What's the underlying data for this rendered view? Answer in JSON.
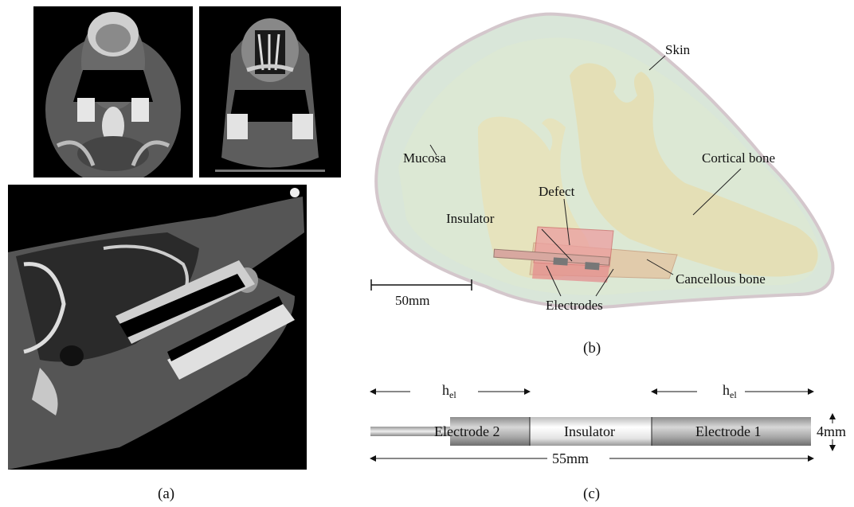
{
  "panel_a": {
    "caption": "(a)"
  },
  "panel_b": {
    "caption": "(b)",
    "labels": {
      "skin": "Skin",
      "mucosa": "Mucosa",
      "cortical_bone": "Cortical bone",
      "defect": "Defect",
      "insulator": "Insulator",
      "cancellous_bone": "Cancellous bone",
      "electrodes": "Electrodes"
    },
    "scale_bar": "50mm"
  },
  "panel_c": {
    "caption": "(c)",
    "h_el_left": "h",
    "h_el_left_sub": "el",
    "h_el_right": "h",
    "h_el_right_sub": "el",
    "electrode_2": "Electrode 2",
    "insulator": "Insulator",
    "electrode_1": "Electrode 1",
    "diameter": "4mm",
    "length": "55mm"
  }
}
